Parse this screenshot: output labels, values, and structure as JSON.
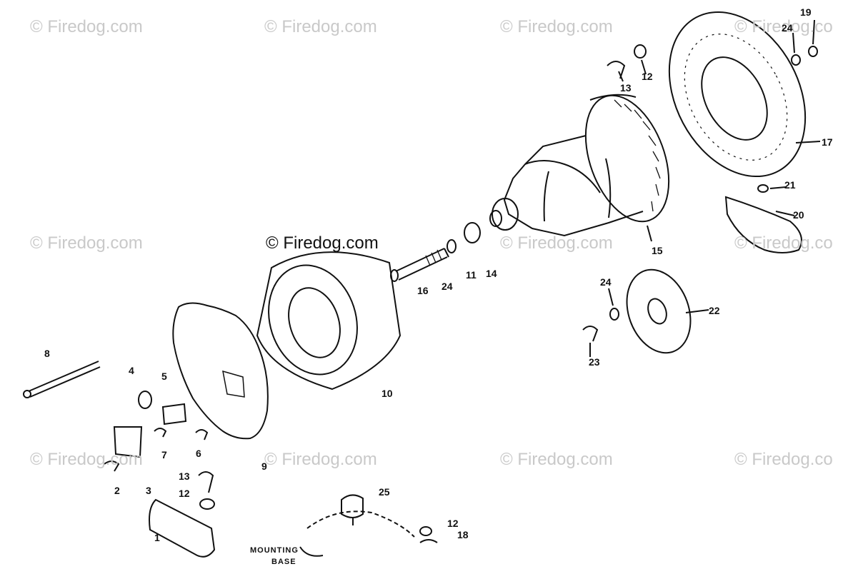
{
  "watermarks": {
    "standard": "© Firedog.com",
    "partial": "© Firedog.co"
  },
  "parts": {
    "p1": "1",
    "p2": "2",
    "p3": "3",
    "p4": "4",
    "p5": "5",
    "p6": "6",
    "p7": "7",
    "p8": "8",
    "p9": "9",
    "p10": "10",
    "p11": "11",
    "p12": "12",
    "p13": "13",
    "p14": "14",
    "p15": "15",
    "p16": "16",
    "p17": "17",
    "p18": "18",
    "p19": "19",
    "p20": "20",
    "p21": "21",
    "p22": "22",
    "p23": "23",
    "p24": "24",
    "p25": "25"
  },
  "mounting_base": {
    "line1": "MOUNTING",
    "line2": "BASE"
  }
}
